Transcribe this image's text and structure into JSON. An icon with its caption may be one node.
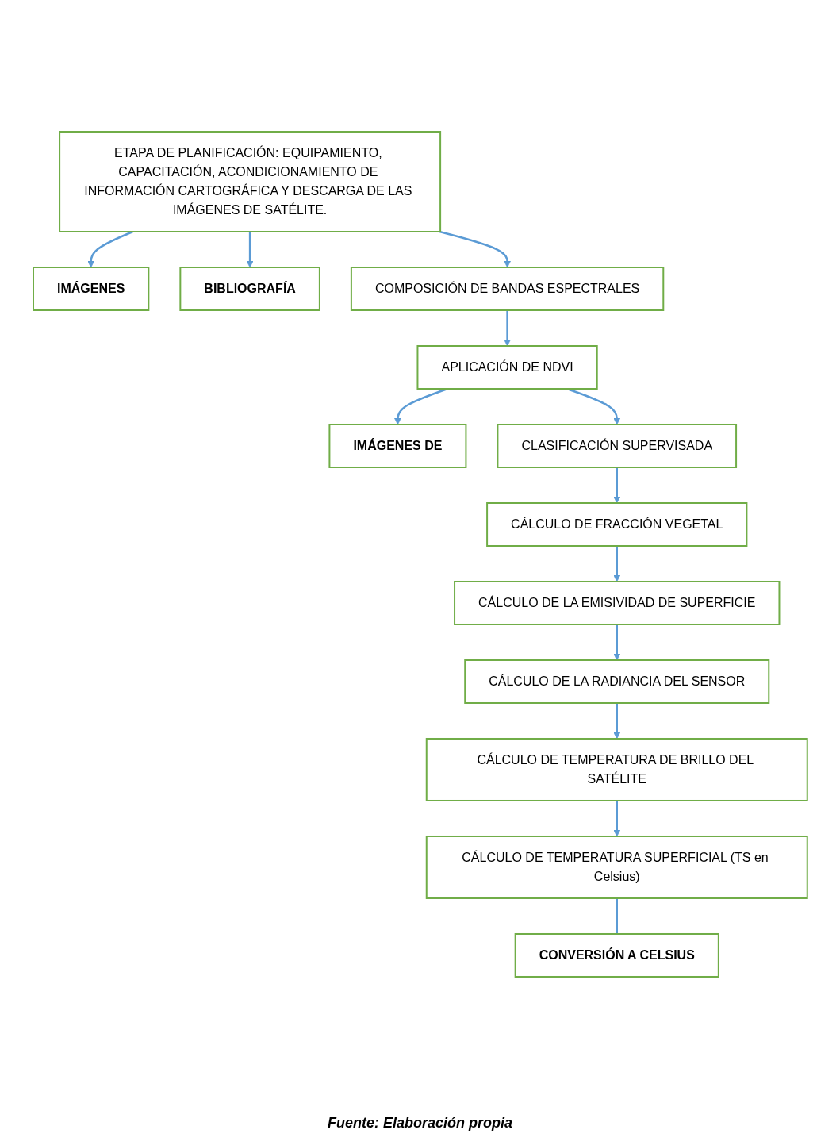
{
  "diagram": {
    "caption": "Fuente: Elaboración propia",
    "nodes": [
      {
        "text": [
          "ETAPA DE PLANIFICACIÓN: EQUIPAMIENTO, CAPACITACIÓN, ACONDICIONAMIENTO DE INFORMACIÓN CARTOGRÁFICA Y DESCARGA DE LAS IMÁGENES DE SATÉLITE."
        ]
      },
      {
        "text": [
          "IMÁGENES"
        ]
      },
      {
        "text": [
          "BIBLIOGRAFÍA"
        ]
      },
      {
        "text": [
          "COMPOSICIÓN DE BANDAS ESPECTRALES"
        ]
      },
      {
        "text": [
          "APLICACIÓN DE NDVI"
        ]
      },
      {
        "text": [
          "IMÁGENES DE"
        ]
      },
      {
        "text": [
          "CLASIFICACIÓN SUPERVISADA"
        ]
      },
      {
        "text": [
          "CÁLCULO DE FRACCIÓN VEGETAL"
        ]
      },
      {
        "text": [
          "CÁLCULO DE LA EMISIVIDAD DE SUPERFICIE"
        ]
      },
      {
        "text": [
          "CÁLCULO DE LA RADIANCIA DEL SENSOR"
        ]
      },
      {
        "text": [
          "CÁLCULO DE TEMPERATURA DE BRILLO DEL SATÉLITE"
        ]
      },
      {
        "text": [
          "CÁLCULO DE TEMPERATURA SUPERFICIAL (TS en Celsius)"
        ]
      },
      {
        "text": [
          "CONVERSIÓN A CELSIUS"
        ]
      }
    ],
    "edges": [
      {
        "from": 0,
        "to": 1,
        "arrow": "to"
      },
      {
        "from": 0,
        "to": 2,
        "arrow": "to"
      },
      {
        "from": 0,
        "to": 3,
        "arrow": "to"
      },
      {
        "from": 3,
        "to": 4,
        "arrow": "to"
      },
      {
        "from": 4,
        "to": 5,
        "arrow": "to"
      },
      {
        "from": 4,
        "to": 6,
        "arrow": "to"
      },
      {
        "from": 6,
        "to": 7,
        "arrow": "to"
      },
      {
        "from": 7,
        "to": 8,
        "arrow": "to"
      },
      {
        "from": 8,
        "to": 9,
        "arrow": "to"
      },
      {
        "from": 9,
        "to": 10,
        "arrow": "to"
      },
      {
        "from": 10,
        "to": 11,
        "arrow": "to"
      },
      {
        "from": 11,
        "to": 12,
        "arrow": "none"
      }
    ]
  }
}
